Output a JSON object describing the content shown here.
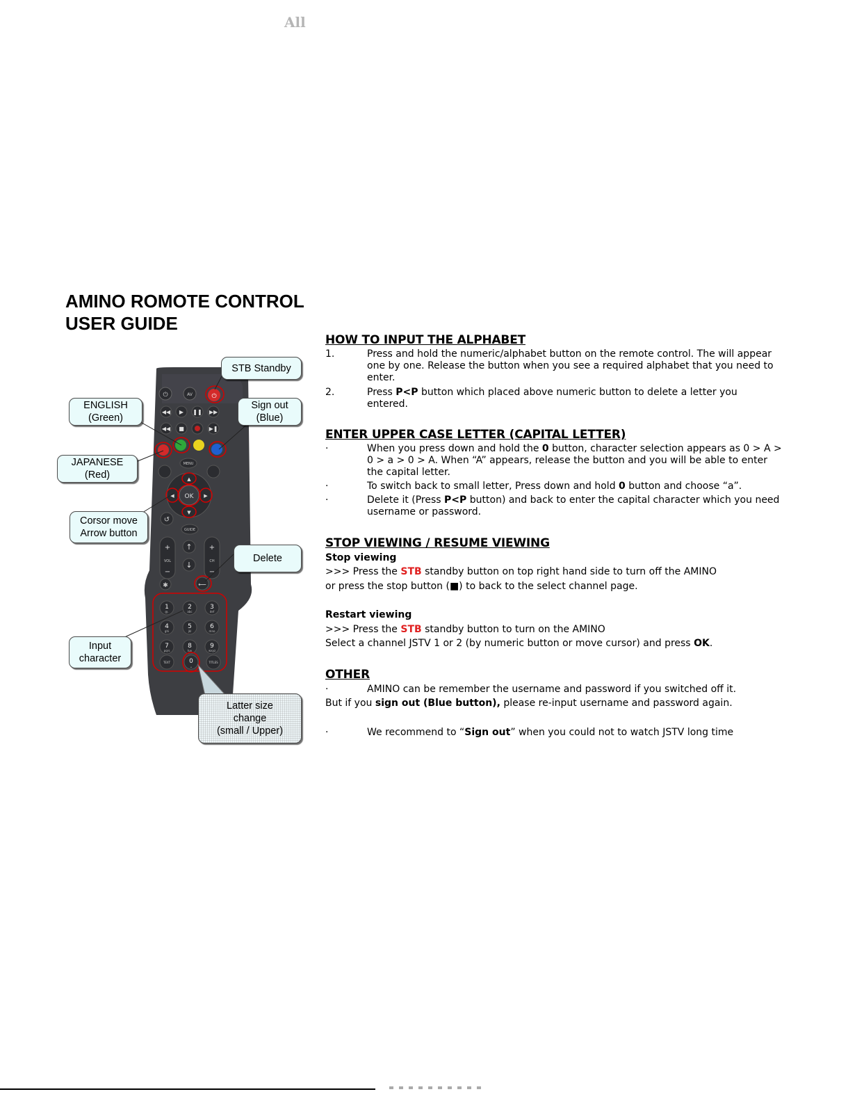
{
  "top_mark": "All",
  "title": {
    "line1": "AMINO ROMOTE CONTROL",
    "line2": "USER GUIDE"
  },
  "callouts": {
    "stb_standby": "STB Standby",
    "english": [
      "ENGLISH",
      "(Green)"
    ],
    "sign_out": [
      "Sign out",
      "(Blue)"
    ],
    "japanese": [
      "JAPANESE",
      "(Red)"
    ],
    "corsor": [
      "Corsor move",
      "Arrow button"
    ],
    "delete": "Delete",
    "input": [
      "Input",
      "character"
    ],
    "latter": [
      "Latter size",
      "change",
      "(small / Upper)"
    ]
  },
  "remote": {
    "av_label": "AV",
    "menu_label": "MENU",
    "ok_label": "OK",
    "guide_label": "GUIDE",
    "vol_label": "VOL",
    "ch_label": "CH",
    "text_label": "TEXT",
    "jstv_label": "TITLES",
    "keys": [
      {
        "num": "1",
        "sub": "@."
      },
      {
        "num": "2",
        "sub": "abc"
      },
      {
        "num": "3",
        "sub": "def"
      },
      {
        "num": "4",
        "sub": "ghi"
      },
      {
        "num": "5",
        "sub": "jkl"
      },
      {
        "num": "6",
        "sub": "mno"
      },
      {
        "num": "7",
        "sub": "pqrs"
      },
      {
        "num": "8",
        "sub": "tuv"
      },
      {
        "num": "9",
        "sub": "wxyz"
      },
      {
        "num": "0",
        "sub": "␣"
      }
    ],
    "colors": {
      "body": "#3d3e42",
      "button": "#2b2c30",
      "red": "#d32a2a",
      "green": "#2fa83a",
      "yellow": "#e8d31f",
      "blue": "#1f5fd0",
      "highlight": "#d40000"
    }
  },
  "sections": {
    "alphabet": {
      "heading": "HOW TO INPUT THE ALPHABET",
      "items": [
        {
          "marker": "1.",
          "text": "Press and hold the numeric/alphabet button on the remote control. The  will appear one by one. Release the button when you see a required alphabet that you need to enter."
        },
        {
          "marker": "2.",
          "pre": "Press ",
          "bold": "P<P",
          "post": " button which placed above numeric button to delete a letter you entered."
        }
      ]
    },
    "upper": {
      "heading": "ENTER UPPER CASE LETTER (CAPITAL LETTER)",
      "items": [
        {
          "marker": "·",
          "pre": "When you press down and hold the ",
          "bold": "0",
          "post": " button, character selection appears as 0 > A > 0 > a > 0 > A. When “A” appears, release the button and you will be able to enter the capital letter."
        },
        {
          "marker": "·",
          "pre": "To switch back to small letter, Press down and hold ",
          "bold": "0",
          "post": " button and choose “a”."
        },
        {
          "marker": "·",
          "pre": "Delete it (Press ",
          "bold": "P<P",
          "post": " button) and back to enter the capital character which you need username or password."
        }
      ]
    },
    "stop": {
      "heading": "STOP VIEWING / RESUME VIEWING",
      "stop_heading": "Stop viewing",
      "stop_line1_pre": ">>> Press the ",
      "stop_line1_red": "STB",
      "stop_line1_post": " standby button on top right hand side to turn off the AMINO",
      "stop_line2": "or press the stop button (■) to back to the select channel page.",
      "restart_heading": "Restart viewing",
      "restart_line1_pre": ">>> Press the ",
      "restart_line1_red": "STB",
      "restart_line1_post": " standby button to turn on the AMINO",
      "restart_line2_pre": "Select a channel JSTV 1 or 2 (by numeric button or move cursor) and press ",
      "restart_line2_bold": "OK",
      "restart_line2_post": "."
    },
    "other": {
      "heading": "OTHER",
      "item1_marker": "·",
      "item1": "AMINO can be remember the username and password if you switched off it.",
      "line2_pre": "But if you ",
      "line2_bold": "sign out (Blue button),",
      "line2_post": " please re-input username and password again.",
      "item2_marker": "·",
      "item2_pre": "We recommend to “",
      "item2_bold": "Sign out",
      "item2_post": "” when you could not to watch JSTV long time"
    }
  }
}
